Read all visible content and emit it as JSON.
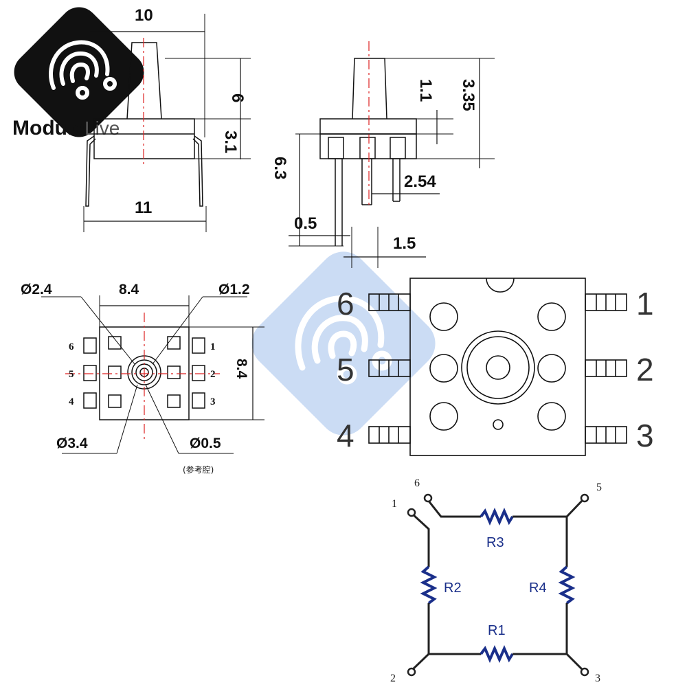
{
  "brand": {
    "name_bold": "Module",
    "name_light": "Live",
    "accent": "#1a1a1a",
    "watermark_color": "#5b8fd6"
  },
  "side_view": {
    "dim_top_width": "10",
    "dim_height_tube": "6",
    "dim_height_body": "3.1",
    "dim_bottom_width": "11"
  },
  "front_view": {
    "dim_1_1": "1.1",
    "dim_3_35": "3.35",
    "dim_6_3": "6.3",
    "dim_2_54": "2.54",
    "dim_0_5": "0.5",
    "dim_1_5": "1.5"
  },
  "footprint": {
    "dim_d2_4": "Ø2.4",
    "dim_8_4_w": "8.4",
    "dim_d1_2": "Ø1.2",
    "dim_8_4_h": "8.4",
    "dim_d3_4": "Ø3.4",
    "dim_d0_5": "Ø0.5",
    "note": "(参考腔)",
    "pins_left": [
      "6",
      "5",
      "4"
    ],
    "pins_right": [
      "1",
      "2",
      "3"
    ]
  },
  "top_view": {
    "pins_left": [
      "6",
      "5",
      "4"
    ],
    "pins_right": [
      "1",
      "2",
      "3"
    ]
  },
  "schematic": {
    "pins": {
      "p1": "1",
      "p2": "2",
      "p3": "3",
      "p5": "5",
      "p6": "6"
    },
    "resistors": {
      "r1": "R1",
      "r2": "R2",
      "r3": "R3",
      "r4": "R4"
    },
    "resistor_color": "#1a2f8a"
  }
}
